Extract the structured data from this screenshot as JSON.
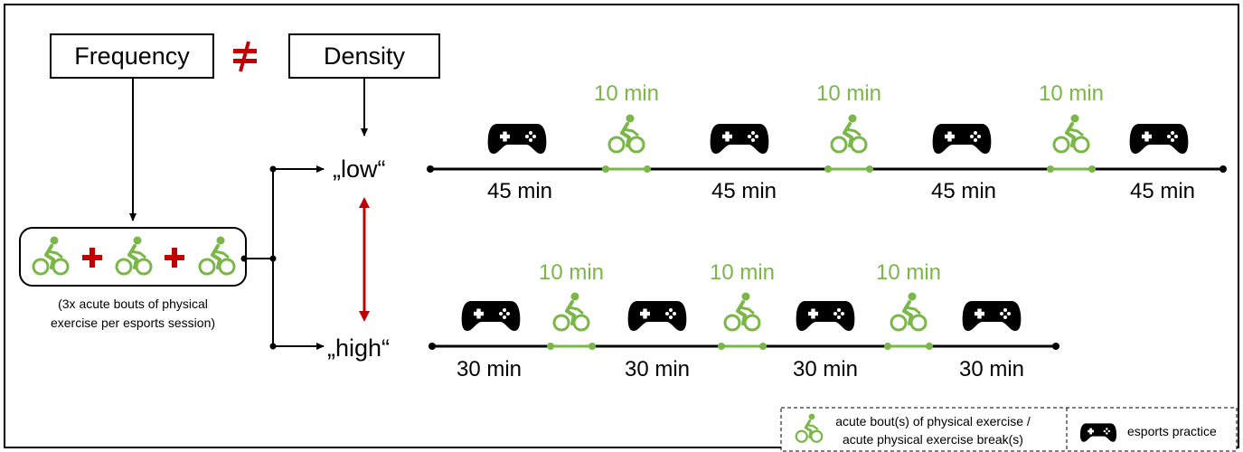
{
  "colors": {
    "green": "#7ab648",
    "red": "#c00000",
    "black": "#000000"
  },
  "icons": {
    "exercise": "cyclist-icon",
    "esports": "gamepad-icon",
    "plus": "plus-icon",
    "not_equal": "not-equal-icon"
  },
  "frequency": {
    "label": "Frequency"
  },
  "density": {
    "label": "Density"
  },
  "bouts_note": {
    "line1": "(3x acute bouts of physical",
    "line2": "exercise per esports session)"
  },
  "levels": {
    "low": "„low“",
    "high": "„high“"
  },
  "low_timeline": {
    "practice_labels": [
      "45 min",
      "45 min",
      "45 min",
      "45 min"
    ],
    "break_labels": [
      "10 min",
      "10 min",
      "10 min"
    ]
  },
  "high_timeline": {
    "practice_labels": [
      "30 min",
      "30 min",
      "30 min",
      "30 min"
    ],
    "break_labels": [
      "10 min",
      "10 min",
      "10 min"
    ]
  },
  "legend": {
    "exercise_line1": "acute bout(s) of physical exercise /",
    "exercise_line2": "acute physical exercise break(s)",
    "esports": "esports practice"
  }
}
